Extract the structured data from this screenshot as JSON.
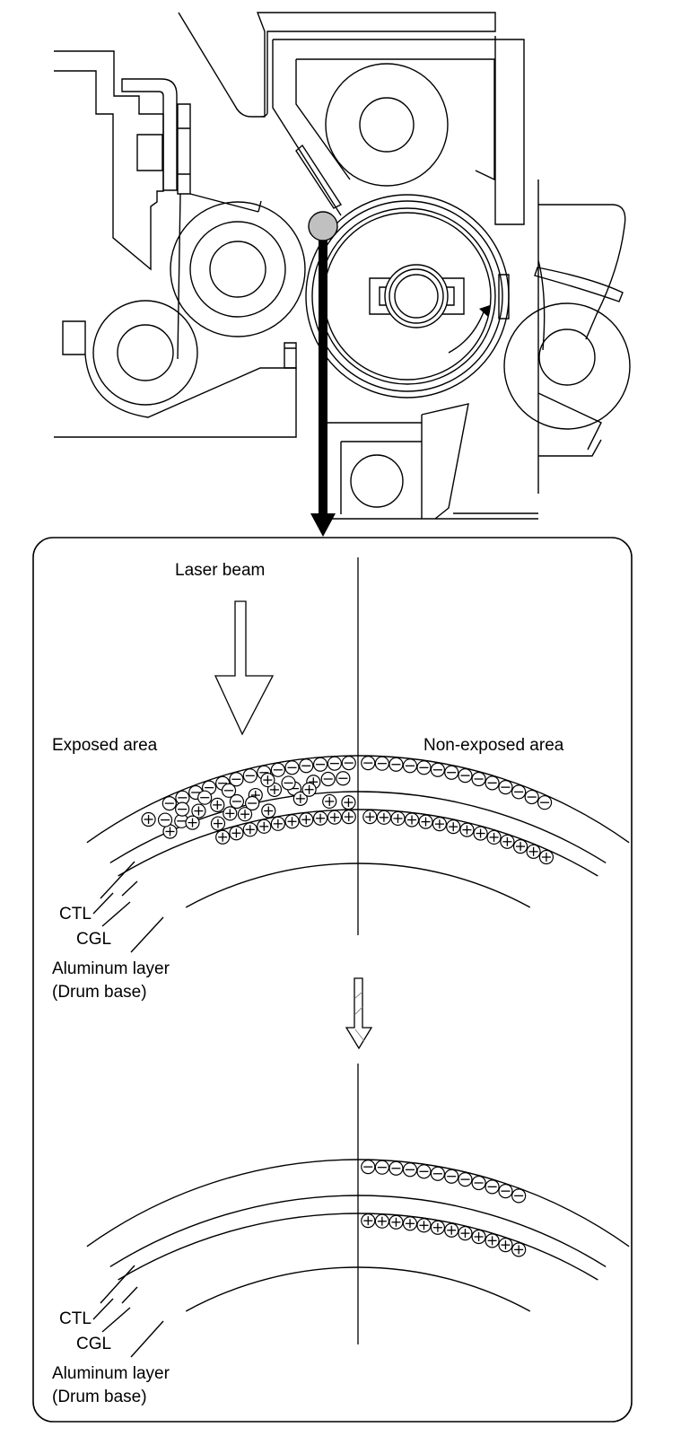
{
  "figure": {
    "subject": "Photoconductive drum exposure (laser) charge diagram",
    "colors": {
      "line": "#000000",
      "charger_roller": "#c0c0c0",
      "background": "#ffffff"
    }
  },
  "top_diagram": {
    "components": [
      "charger-roller",
      "drum",
      "developing-roller",
      "cleaning-blade",
      "transfer-roller",
      "drum-rotation-arrow",
      "beam-indicator-arrow"
    ]
  },
  "detail_panel": {
    "laser_label": "Laser beam",
    "exposed_label": "Exposed area",
    "non_exposed_label": "Non-exposed area",
    "before": {
      "layer_labels": {
        "ctl": "CTL",
        "cgl": "CGL",
        "aluminum": "Aluminum layer",
        "drum_base": "(Drum base)"
      },
      "charges": {
        "negative_symbol": "−",
        "positive_symbol": "+"
      }
    },
    "after": {
      "layer_labels": {
        "ctl": "CTL",
        "cgl": "CGL",
        "aluminum": "Aluminum layer",
        "drum_base": "(Drum base)"
      }
    }
  }
}
